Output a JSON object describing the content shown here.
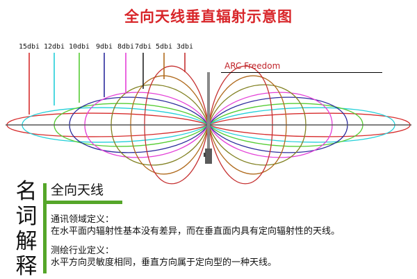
{
  "title": "全向天线垂直辐射示意图",
  "brand": "ARC Freedom",
  "gain_labels": [
    {
      "text": "15dbi",
      "color": "#d62b2b"
    },
    {
      "text": "12dbi",
      "color": "#22cfd8"
    },
    {
      "text": "10dbi",
      "color": "#55cc33"
    },
    {
      "text": "9dbi",
      "color": "#2b2b9c"
    },
    {
      "text": "8dbi",
      "color": "#e43fd7"
    },
    {
      "text": "7dbi",
      "color": "#222222"
    },
    {
      "text": "5dbi",
      "color": "#b06a1c"
    },
    {
      "text": "3dbi",
      "color": "#c53030"
    }
  ],
  "lobe_colors": {
    "15dbi": "#d62b2b",
    "12dbi": "#22cfd8",
    "10dbi": "#55cc33",
    "9dbi": "#2b2b9c",
    "8dbi": "#e43fd7",
    "7dbi": "#808020",
    "5dbi": "#b06a1c",
    "3dbi": "#c53030"
  },
  "side_label": [
    "名",
    "词",
    "解",
    "释"
  ],
  "term": "全向天线",
  "sections": [
    {
      "title": "通讯领域定义：",
      "body": "在水平面内辐射性基本没有差异，而在垂直面内具有定向辐射性的天线。"
    },
    {
      "title": "测绘行业定义：",
      "body": "水平方向灵敏度相同，垂直方向属于定向型的一种天线。"
    }
  ]
}
